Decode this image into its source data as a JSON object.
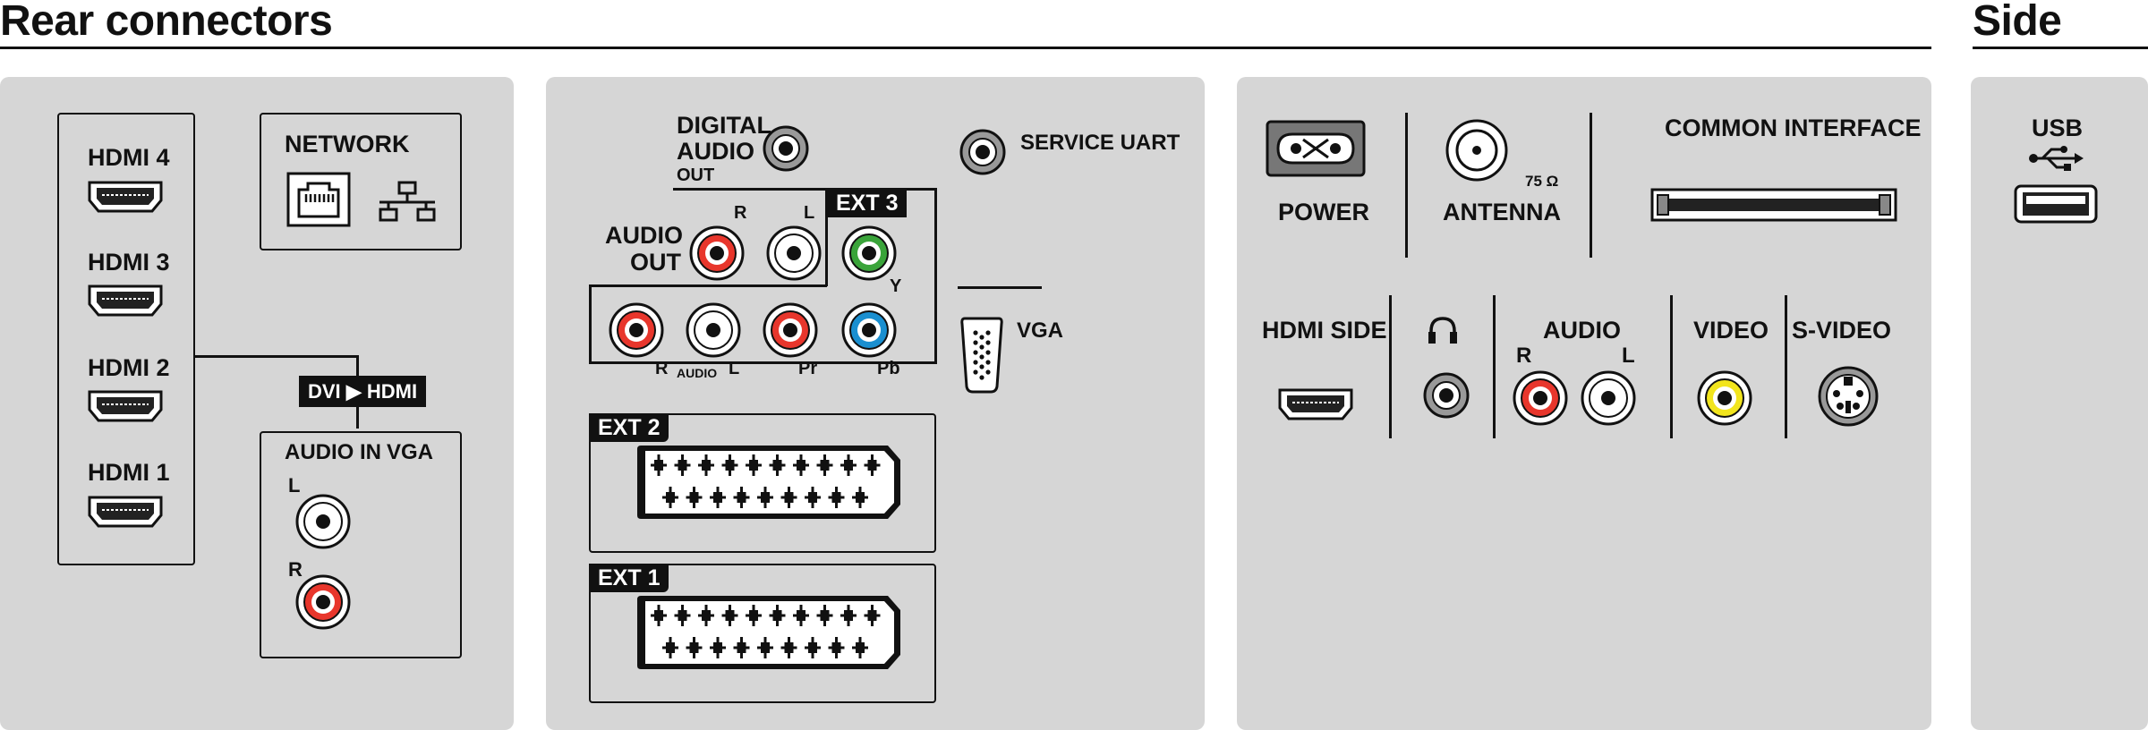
{
  "headings": {
    "rear": "Rear connectors",
    "side": "Side"
  },
  "panel1": {
    "hdmi": [
      "HDMI 4",
      "HDMI 3",
      "HDMI 2",
      "HDMI 1"
    ],
    "network": "NETWORK",
    "dvi": "DVI",
    "dvi_hdmi": "HDMI",
    "audio_in": "AUDIO IN",
    "vga": "VGA",
    "left": "L",
    "right": "R"
  },
  "panel2": {
    "digital": "DIGITAL",
    "audio": "AUDIO",
    "out_small": "OUT",
    "service_uart": "SERVICE UART",
    "audio_out_1": "AUDIO",
    "audio_out_2": "OUT",
    "r": "R",
    "l": "L",
    "ext3": "EXT 3",
    "y": "Y",
    "r2": "R",
    "audio_small": "AUDIO",
    "l2": "L",
    "pr": "Pr",
    "pb": "Pb",
    "vga": "VGA",
    "ext2": "EXT 2",
    "ext1": "EXT 1"
  },
  "panel3": {
    "power": "POWER",
    "antenna": "ANTENNA",
    "ohm": "75 Ω",
    "common_interface": "COMMON  INTERFACE",
    "hdmi_side": "HDMI SIDE",
    "audio": "AUDIO",
    "r": "R",
    "l": "L",
    "video": "VIDEO",
    "svideo": "S-VIDEO"
  },
  "panel4": {
    "usb": "USB"
  },
  "colors": {
    "panel": "#d6d6d6",
    "red": "#e8362c",
    "white": "#ffffff",
    "green": "#3aa43a",
    "blue": "#1a8fd0",
    "yellow": "#f2e51d"
  }
}
